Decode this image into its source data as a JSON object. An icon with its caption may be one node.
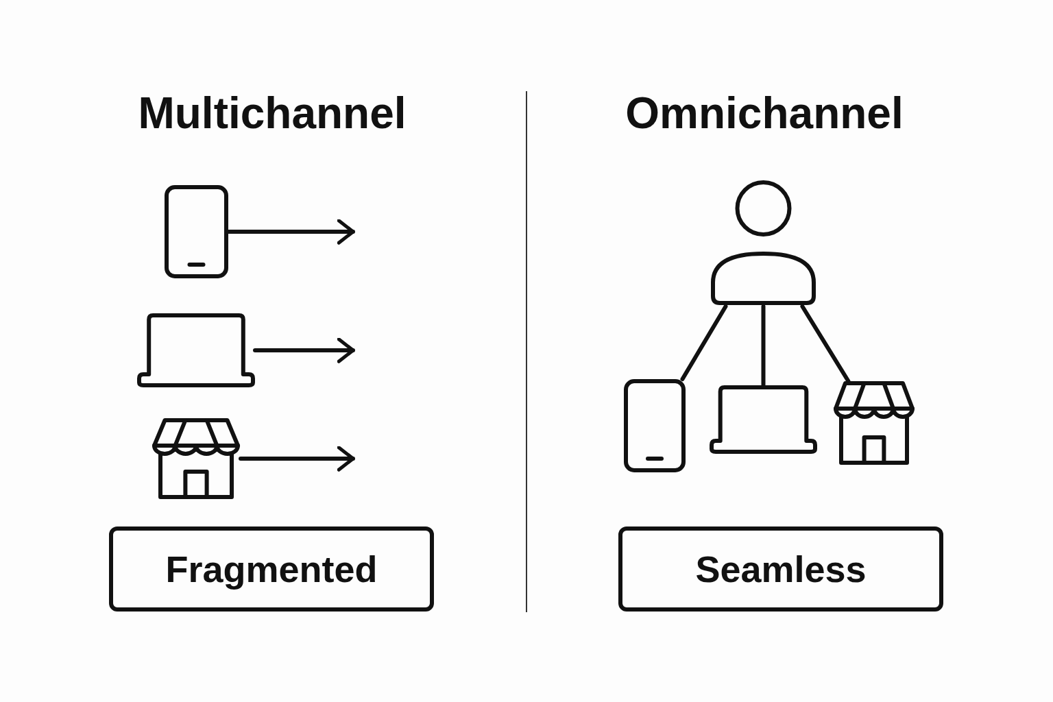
{
  "diagram": {
    "nodes": [
      {
        "text": [],
        "shape": "picture"
      },
      {
        "text": [],
        "shape": "picture"
      },
      {
        "text": [],
        "shape": "picture"
      },
      {
        "text": [
          "Fragmented"
        ]
      },
      {
        "text": [],
        "shape": "person"
      },
      {
        "text": [],
        "shape": "picture"
      },
      {
        "text": [],
        "shape": "picture"
      },
      {
        "text": [],
        "shape": "picture"
      },
      {
        "text": [
          "Seamless"
        ]
      }
    ],
    "edges": [
      {
        "from": 0,
        "to": null,
        "arrow": "to"
      },
      {
        "from": 1,
        "to": null,
        "arrow": "to"
      },
      {
        "from": 2,
        "to": null,
        "arrow": "to"
      },
      {
        "from": 4,
        "to": 5,
        "arrow": "none"
      },
      {
        "from": 4,
        "to": 6,
        "arrow": "none"
      },
      {
        "from": 4,
        "to": 7,
        "arrow": "none"
      }
    ],
    "labels": [
      "Multichannel",
      "Omnichannel"
    ]
  }
}
